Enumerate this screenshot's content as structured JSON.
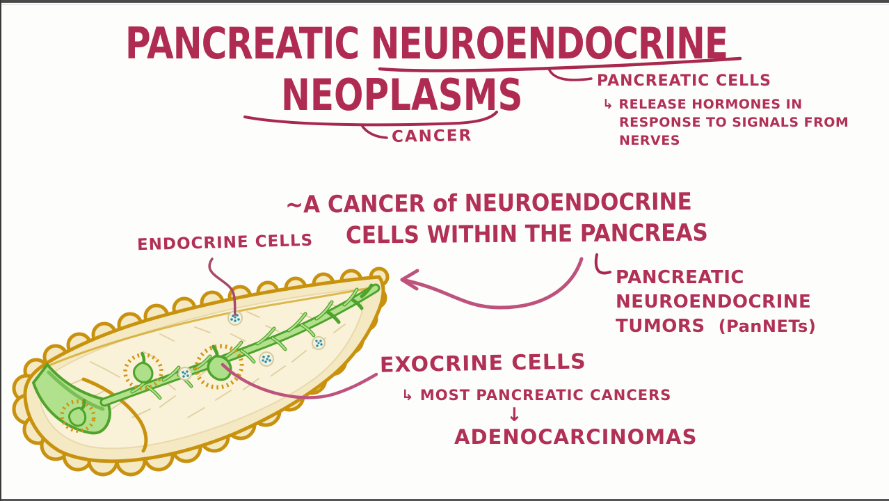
{
  "title": {
    "line1_normal": "PANCREATIC ",
    "line1_underlined": "NEUROENDOCRINE",
    "line2": "NEOPLASMS",
    "neoplasms_note": "CANCER"
  },
  "neuroendocrine_note": {
    "heading": "PANCREATIC CELLS",
    "line1": "↳ RELEASE HORMONES IN",
    "line2": "RESPONSE TO SIGNALS FROM",
    "line3": "NERVES"
  },
  "definition": {
    "line1": "~A CANCER of NEUROENDOCRINE",
    "line2": "CELLS WITHIN THE PANCREAS"
  },
  "pannets": {
    "line1": "PANCREATIC",
    "line2": "NEUROENDOCRINE",
    "line3": "TUMORS",
    "line3_abbrev": "(PanNETs)"
  },
  "pancreas_labels": {
    "endocrine": "ENDOCRINE CELLS",
    "exocrine": "EXOCRINE CELLS",
    "exocrine_note": "↳ MOST PANCREATIC CANCERS",
    "down_arrow": "↓",
    "exocrine_result": "ADENOCARCINOMAS"
  },
  "icons": {
    "curved_arrow": "left-pointing curved arrow from definition text to pancreas tail",
    "endocrine_leader": "leader line from ENDOCRINE CELLS to islet",
    "exocrine_leader": "leader line from EXOCRINE CELLS to acinus",
    "underline_swoosh": "hand-drawn underline under NEUROENDOCRINE",
    "neoplasms_bracket": "hand-drawn underline bracket under NEOPLASMS",
    "corner_bracket": "L-bracket before PANCREATIC NEUROENDOCRINE TUMORS"
  },
  "colors": {
    "ink": "#B13055",
    "title_ink": "#AF2B51",
    "stroke_pink": "#BD537D",
    "underline_pink": "#A8284E",
    "pancreas_gold": "#C8920E",
    "pancreas_cream": "#F4E9C2",
    "pancreas_cream_light": "#F9F2D8",
    "duct_green_dark": "#4FA22B",
    "duct_green_light": "#B2E18D",
    "islet_teal": "#2E8BA8",
    "background": "#FDFDFC",
    "frame_bar": "#4A4A4A"
  }
}
